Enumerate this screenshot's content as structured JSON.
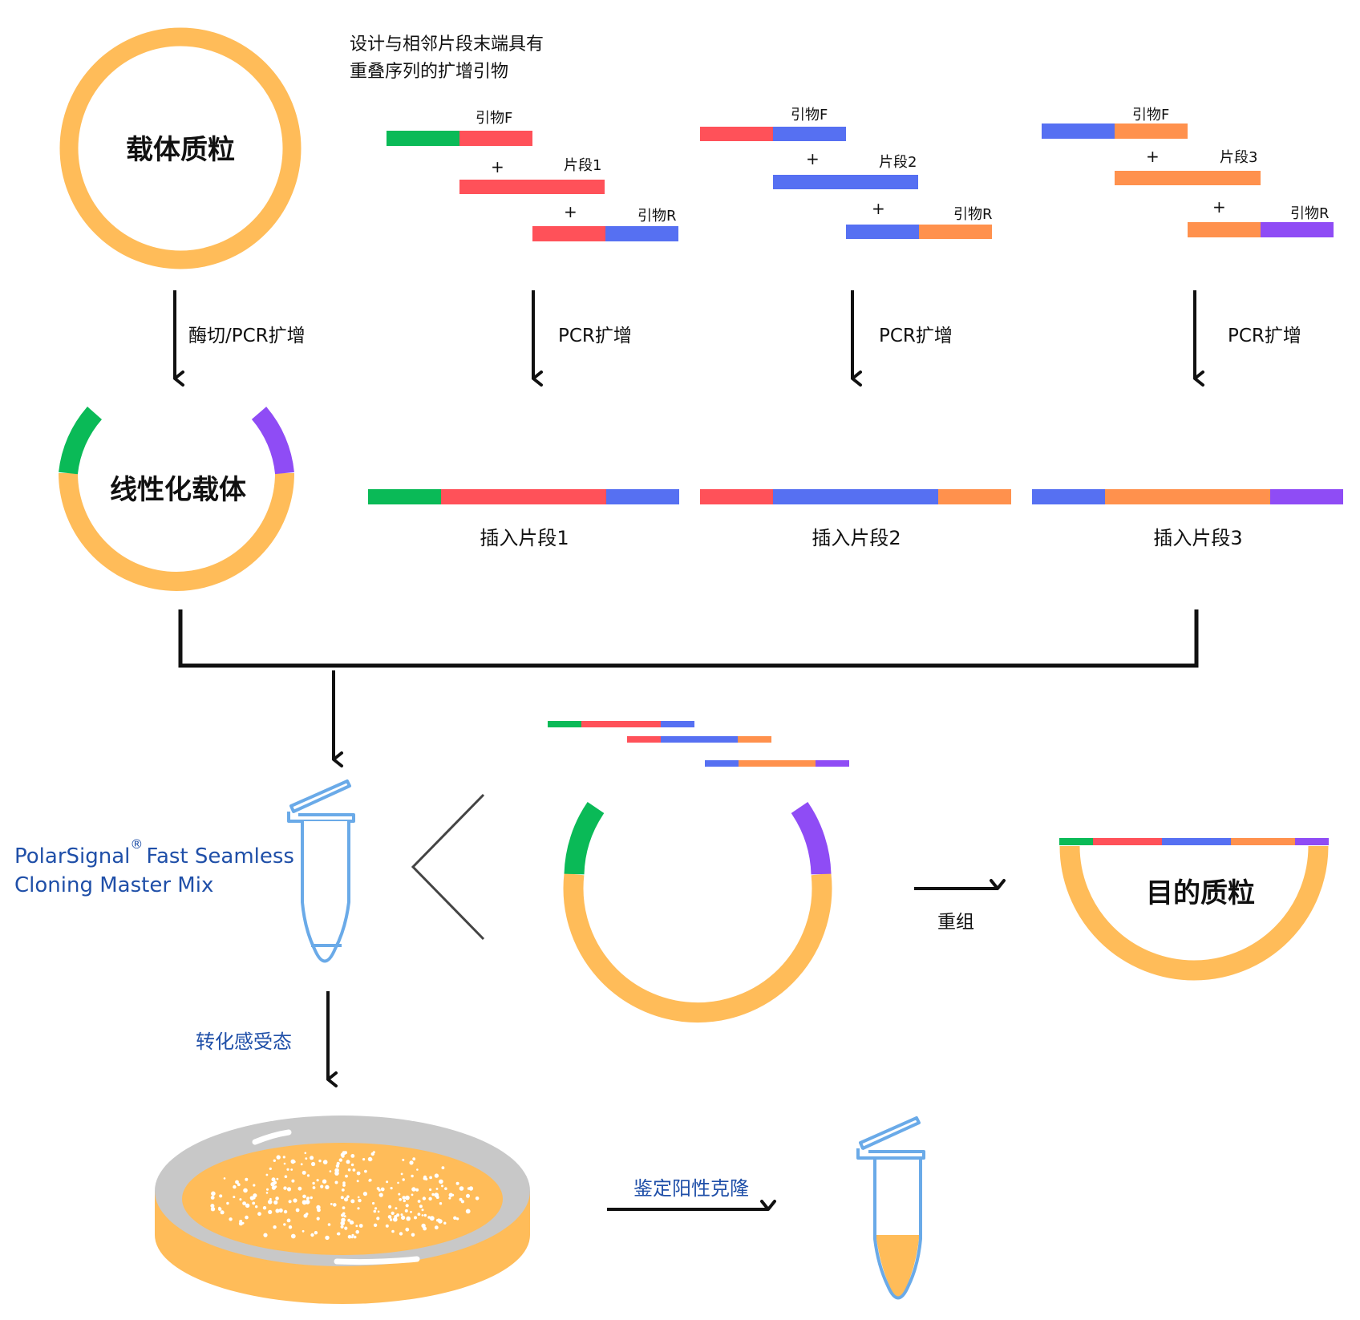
{
  "colors": {
    "green": "#0aba57",
    "red": "#ff5159",
    "blue": "#5670f2",
    "orange": "#ff914d",
    "purple": "#8f4cf5",
    "plasmid": "#ffbc59",
    "tube": "#6aaae8",
    "dish_rim": "#c8c8c8",
    "brand_text": "#1f4fa8",
    "line": "#111111"
  },
  "vector_plasmid": {
    "label": "载体质粒"
  },
  "primer_design_note": {
    "line1": "设计与相邻片段末端具有",
    "line2": "重叠序列的扩增引物"
  },
  "fragments": [
    {
      "primer_f": "引物F",
      "template": "片段1",
      "primer_r": "引物R",
      "plus": "+",
      "step": "PCR扩增",
      "insert_label": "插入片段1"
    },
    {
      "primer_f": "引物F",
      "template": "片段2",
      "primer_r": "引物R",
      "plus": "+",
      "step": "PCR扩增",
      "insert_label": "插入片段2"
    },
    {
      "primer_f": "引物F",
      "template": "片段3",
      "primer_r": "引物R",
      "plus": "+",
      "step": "PCR扩增",
      "insert_label": "插入片段3"
    }
  ],
  "vector_step": "酶切/PCR扩增",
  "linear_vector": {
    "label": "线性化载体"
  },
  "master_mix": {
    "line1_a": "PolarSignal",
    "mark": "®",
    "line1_b": "Fast Seamless",
    "line2": "Cloning Master Mix"
  },
  "recombination": {
    "label": "重组"
  },
  "target_plasmid": {
    "label": "目的质粒"
  },
  "transform_step": "转化感受态",
  "identify_step": "鉴定阳性克隆"
}
